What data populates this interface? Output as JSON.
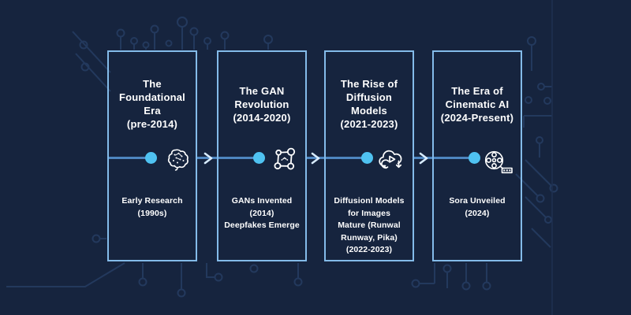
{
  "colors": {
    "background": "#16243E",
    "box_border": "#84BBE9",
    "timeline_line": "#4E86C0",
    "timeline_dot": "#4FC2F1",
    "arrow": "#D8ECFF",
    "text": "#FFFFFF",
    "circuit_trace": "#263D63"
  },
  "stages": [
    {
      "icon": "brain-icon",
      "title": "The\nFoundational\nEra",
      "period": "(pre-2014)",
      "caption": "Early Research\n(1990s)"
    },
    {
      "icon": "gan-network-icon",
      "title": "The GAN\nRevolution",
      "period": "(2014-2020)",
      "caption": "GANs Invented\n(2014)\nDeepfakes Emerge"
    },
    {
      "icon": "cloud-video-icon",
      "title": "The Rise of\nDiffusion\nModels",
      "period": "(2021-2023)",
      "caption": "Diffusionl Models\nfor Images\nMature (Runwal\nRunway, Pika)\n(2022-2023)"
    },
    {
      "icon": "film-reel-icon",
      "title": "The Era of\nCinematic AI",
      "period": "(2024-Present)",
      "caption": "Sora Unveiled\n(2024)"
    }
  ]
}
